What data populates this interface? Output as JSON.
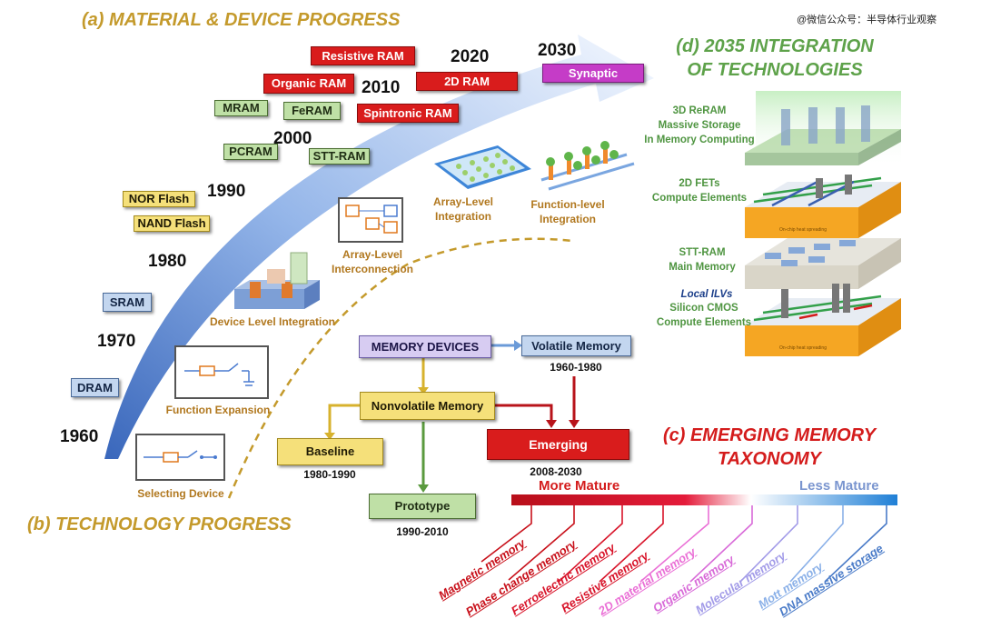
{
  "headers": {
    "a": "(a) MATERIAL & DEVICE PROGRESS",
    "b": "(b) TECHNOLOGY PROGRESS",
    "c_line1": "(c) EMERGING MEMORY",
    "c_line2": "TAXONOMY",
    "d_line1": "(d) 2035 INTEGRATION",
    "d_line2": "OF TECHNOLOGIES"
  },
  "watermark": "@微信公众号：半导体行业观察",
  "years": [
    "1960",
    "1970",
    "1980",
    "1990",
    "2000",
    "2010",
    "2020",
    "2030"
  ],
  "material_boxes": {
    "dram": "DRAM",
    "sram": "SRAM",
    "nor_flash": "NOR Flash",
    "nand_flash": "NAND Flash",
    "pcram": "PCRAM",
    "stt_ram": "STT-RAM",
    "mram": "MRAM",
    "feram": "FeRAM",
    "organic_ram": "Organic RAM",
    "spintronic_ram": "Spintronic RAM",
    "resistive_ram": "Resistive RAM",
    "ram_2d": "2D RAM",
    "synaptic": "Synaptic"
  },
  "technology_labels": {
    "selecting_device": "Selecting Device",
    "function_expansion": "Function Expansion",
    "device_level": "Device Level Integration",
    "array_interconnect_1": "Array-Level",
    "array_interconnect_2": "Interconnection",
    "array_integration_1": "Array-Level",
    "array_integration_2": "Integration",
    "function_integration_1": "Function-level",
    "function_integration_2": "Integration"
  },
  "integration_2035": {
    "reram_1": "3D ReRAM",
    "reram_2": "Massive Storage",
    "reram_3": "In Memory Computing",
    "fets_1": "2D FETs",
    "fets_2": "Compute Elements",
    "sttram_1": "STT-RAM",
    "sttram_2": "Main Memory",
    "ilv": "Local ILVs",
    "cmos_1": "Silicon CMOS",
    "cmos_2": "Compute Elements",
    "heat_1": "On-chip heat spreading",
    "heat_2": "On-chip heat spreading"
  },
  "taxonomy": {
    "memory_devices": "MEMORY DEVICES",
    "volatile": "Volatile Memory",
    "volatile_dates": "1960-1980",
    "nonvolatile": "Nonvolatile Memory",
    "baseline": "Baseline",
    "baseline_dates": "1980-1990",
    "prototype": "Prototype",
    "prototype_dates": "1990-2010",
    "emerging": "Emerging",
    "emerging_dates": "2008-2030",
    "more_mature": "More Mature",
    "less_mature": "Less Mature",
    "memories": [
      "Magnetic memory",
      "Phase change memory",
      "Ferroelectric memory",
      "Resistive memory",
      "2D material memory",
      "Organic memory",
      "Molecular memory",
      "Mott memory",
      "DNA massive storage"
    ]
  },
  "colors": {
    "gold": "#c49a2c",
    "red": "#d41c1c",
    "green": "#5ea24a",
    "blue_arrow": "#3d6fc8",
    "less_mature": "#7a95cf"
  }
}
